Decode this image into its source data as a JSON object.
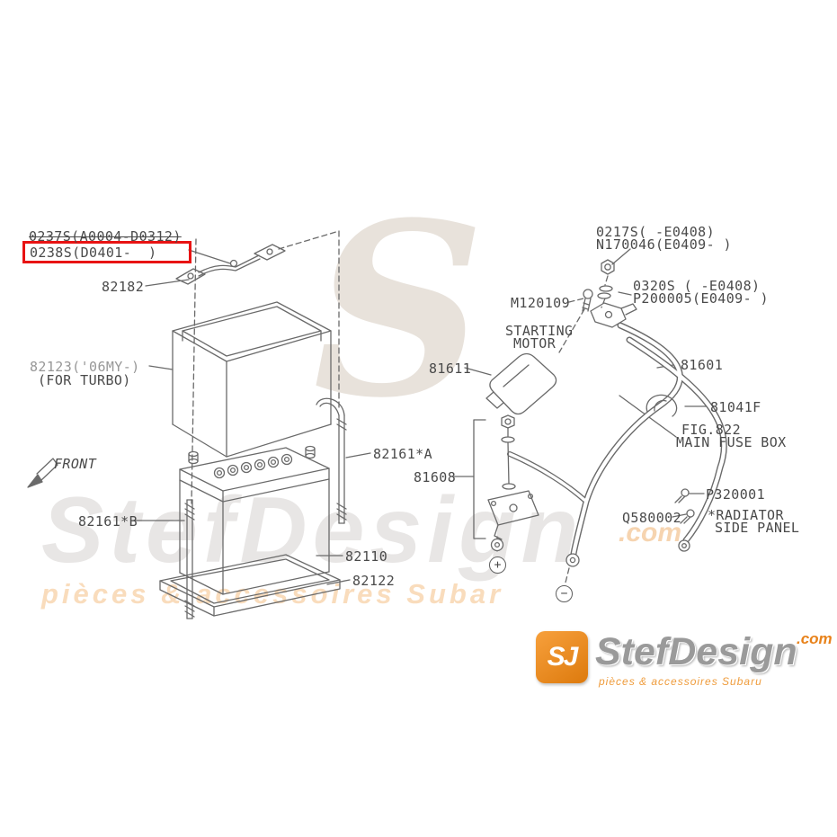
{
  "diagram": {
    "labels": {
      "part_0237s": "0237S(A0004-D0312)",
      "part_0238s": "0238S(D0401-  )",
      "part_82182": "82182",
      "part_82123": "82123('06MY-)",
      "part_82123_note": "(FOR TURBO)",
      "front": "FRONT",
      "part_82161_b": "82161*B",
      "part_82161_a": "82161*A",
      "part_82110": "82110",
      "part_82122": "82122",
      "part_81611": "81611",
      "starting_motor_1": "STARTING",
      "starting_motor_2": "MOTOR",
      "part_m120109": "M120109",
      "part_0217s": "0217S( -E0408)",
      "part_n170046": "N170046(E0409- )",
      "part_0320s": "0320S ( -E0408)",
      "part_p200005": "P200005(E0409- )",
      "part_81601": "81601",
      "part_81041f": "81041F",
      "fig_822": "FIG.822",
      "main_fuse_box": "MAIN FUSE BOX",
      "part_81608": "81608",
      "part_p320001": "P320001",
      "part_q580002": "Q580002",
      "radiator_1": "*RADIATOR",
      "radiator_2": "SIDE PANEL",
      "plus": "+",
      "minus": "−"
    },
    "highlight_color": "#e81313",
    "line_color": "#6a6a6a"
  },
  "watermark": {
    "monogram": "S",
    "wordmark": "StefDesign",
    "tld": ".com",
    "tagline": "pièces & accessoires Subar"
  },
  "logo": {
    "monogram": "SJ",
    "wordmark": "StefDesign",
    "tld": ".com",
    "tagline": "pièces & accessoires Subaru"
  }
}
